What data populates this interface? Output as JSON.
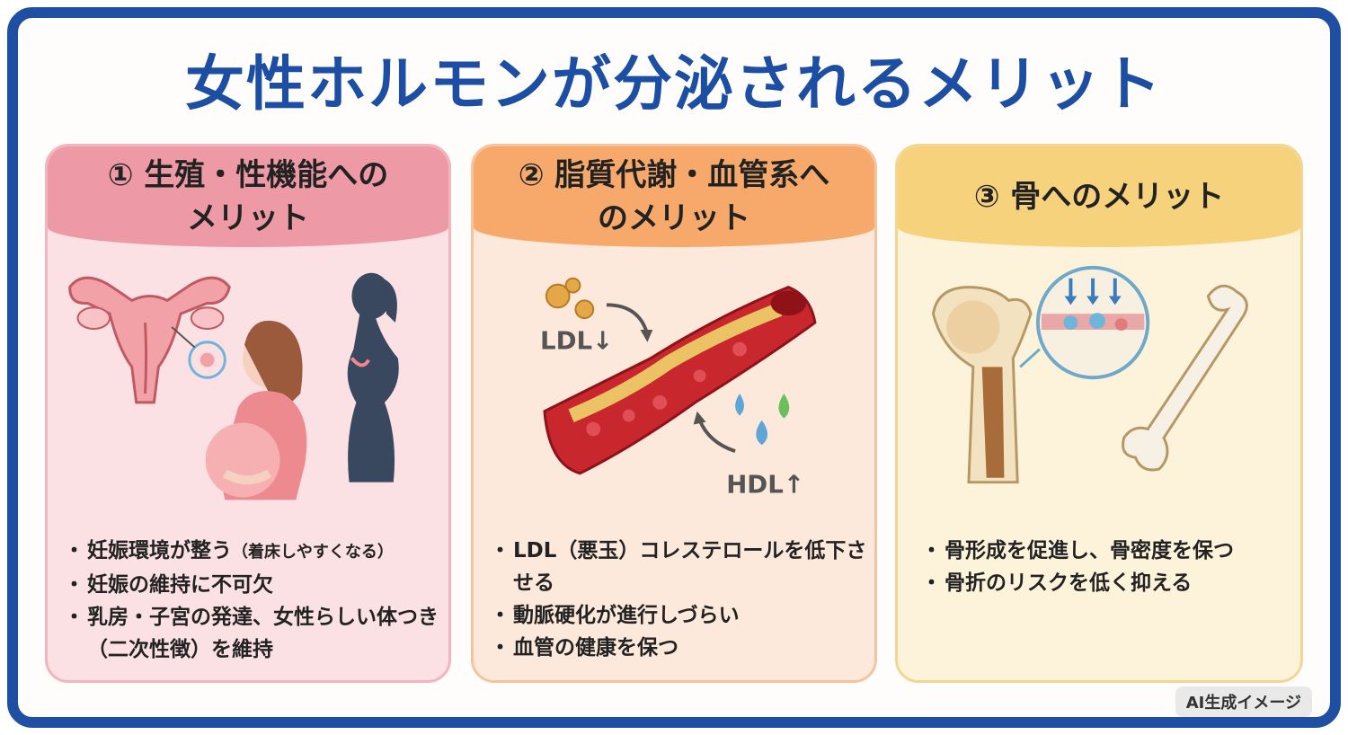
{
  "title": "女性ホルモンが分泌されるメリット",
  "cards": [
    {
      "heading_line1": "① 生殖・性機能への",
      "heading_line2": "メリット",
      "bullets": [
        {
          "main": "妊娠環境が整う",
          "note": "（着床しやすくなる）"
        },
        {
          "main": "妊娠の維持に不可欠",
          "note": ""
        },
        {
          "main": "乳房・子宮の発達、女性らしい体つき（二次性徴）を維持",
          "note": ""
        }
      ]
    },
    {
      "heading_line1": "② 脂質代謝・血管系へ",
      "heading_line2": "のメリット",
      "ldl_label": "LDL↓",
      "hdl_label": "HDL↑",
      "bullets": [
        {
          "main": "LDL（悪玉）コレステロールを低下させる",
          "note": ""
        },
        {
          "main": "動脈硬化が進行しづらい",
          "note": ""
        },
        {
          "main": "血管の健康を保つ",
          "note": ""
        }
      ]
    },
    {
      "heading_line1": "③ 骨へのメリット",
      "heading_line2": "",
      "bullets": [
        {
          "main": "骨形成を促進し、骨密度を保つ",
          "note": ""
        },
        {
          "main": "骨折のリスクを低く抑える",
          "note": ""
        }
      ]
    }
  ],
  "badge": "AI生成イメージ",
  "colors": {
    "frame": "#1f4fa3",
    "title": "#1c4ea3",
    "card1": "#ee9aa6",
    "card2": "#f6a96a",
    "card3": "#f7d27c"
  }
}
